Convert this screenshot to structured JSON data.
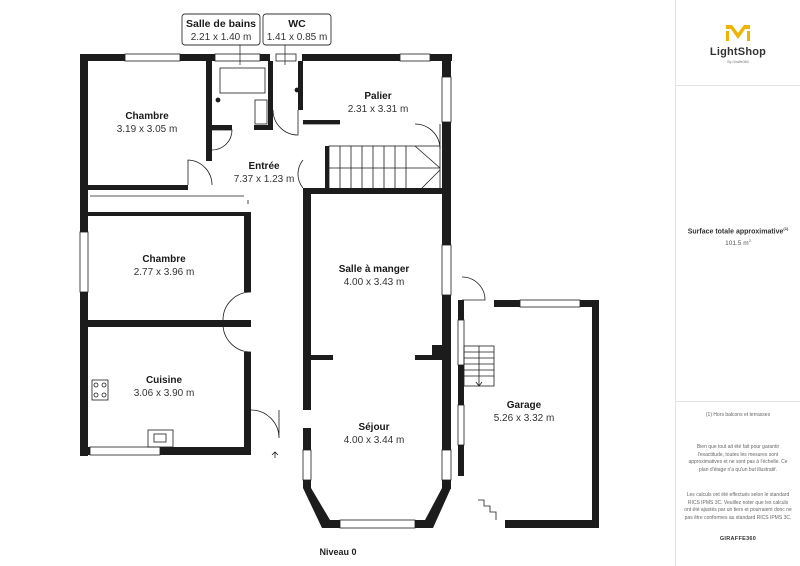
{
  "rooms": {
    "chambre1": {
      "name": "Chambre",
      "dim": "3.19 x 3.05 m"
    },
    "palier": {
      "name": "Palier",
      "dim": "2.31 x 3.31 m"
    },
    "entree": {
      "name": "Entrée",
      "dim": "7.37 x 1.23 m"
    },
    "chambre2": {
      "name": "Chambre",
      "dim": "2.77 x 3.96 m"
    },
    "salle_a_manger": {
      "name": "Salle à manger",
      "dim": "4.00 x 3.43 m"
    },
    "cuisine": {
      "name": "Cuisine",
      "dim": "3.06 x 3.90 m"
    },
    "garage": {
      "name": "Garage",
      "dim": "5.26 x 3.32 m"
    },
    "sejour": {
      "name": "Séjour",
      "dim": "4.00 x 3.44 m"
    }
  },
  "callouts": {
    "salle_de_bains": {
      "name": "Salle de bains",
      "dim": "2.21 x 1.40 m"
    },
    "wc": {
      "name": "WC",
      "dim": "1.41 x 0.85 m"
    }
  },
  "level_label": "Niveau 0",
  "sidebar": {
    "logo_text": "LightShop",
    "logo_tagline": "By Giraffe360",
    "area_title": "Surface totale approximative",
    "area_title_note": "(1)",
    "area_value": "101.5 m",
    "area_unit_sup": "2",
    "note_balconies": "(1) Hors balcons et terrasses",
    "disclaimer_1": "Bien que tout ait été fait pour garantir l'exactitude, toutes les mesures sont approximatives et ne sont pas à l'échelle. Ce plan d'étage n'a qu'un but illustratif.",
    "disclaimer_2": "Les calculs ont été effectués selon le standard RICS IPMS 3C. Veuillez noter que les calculs ont été ajustés par un tiers et pourraient donc ne pas être conformes au standard RICS IPMS 3C.",
    "brand": "GIRAFFE360"
  },
  "colors": {
    "wall": "#1c1c1c",
    "logo_accent": "#f0b400",
    "window": "#ffffff"
  }
}
